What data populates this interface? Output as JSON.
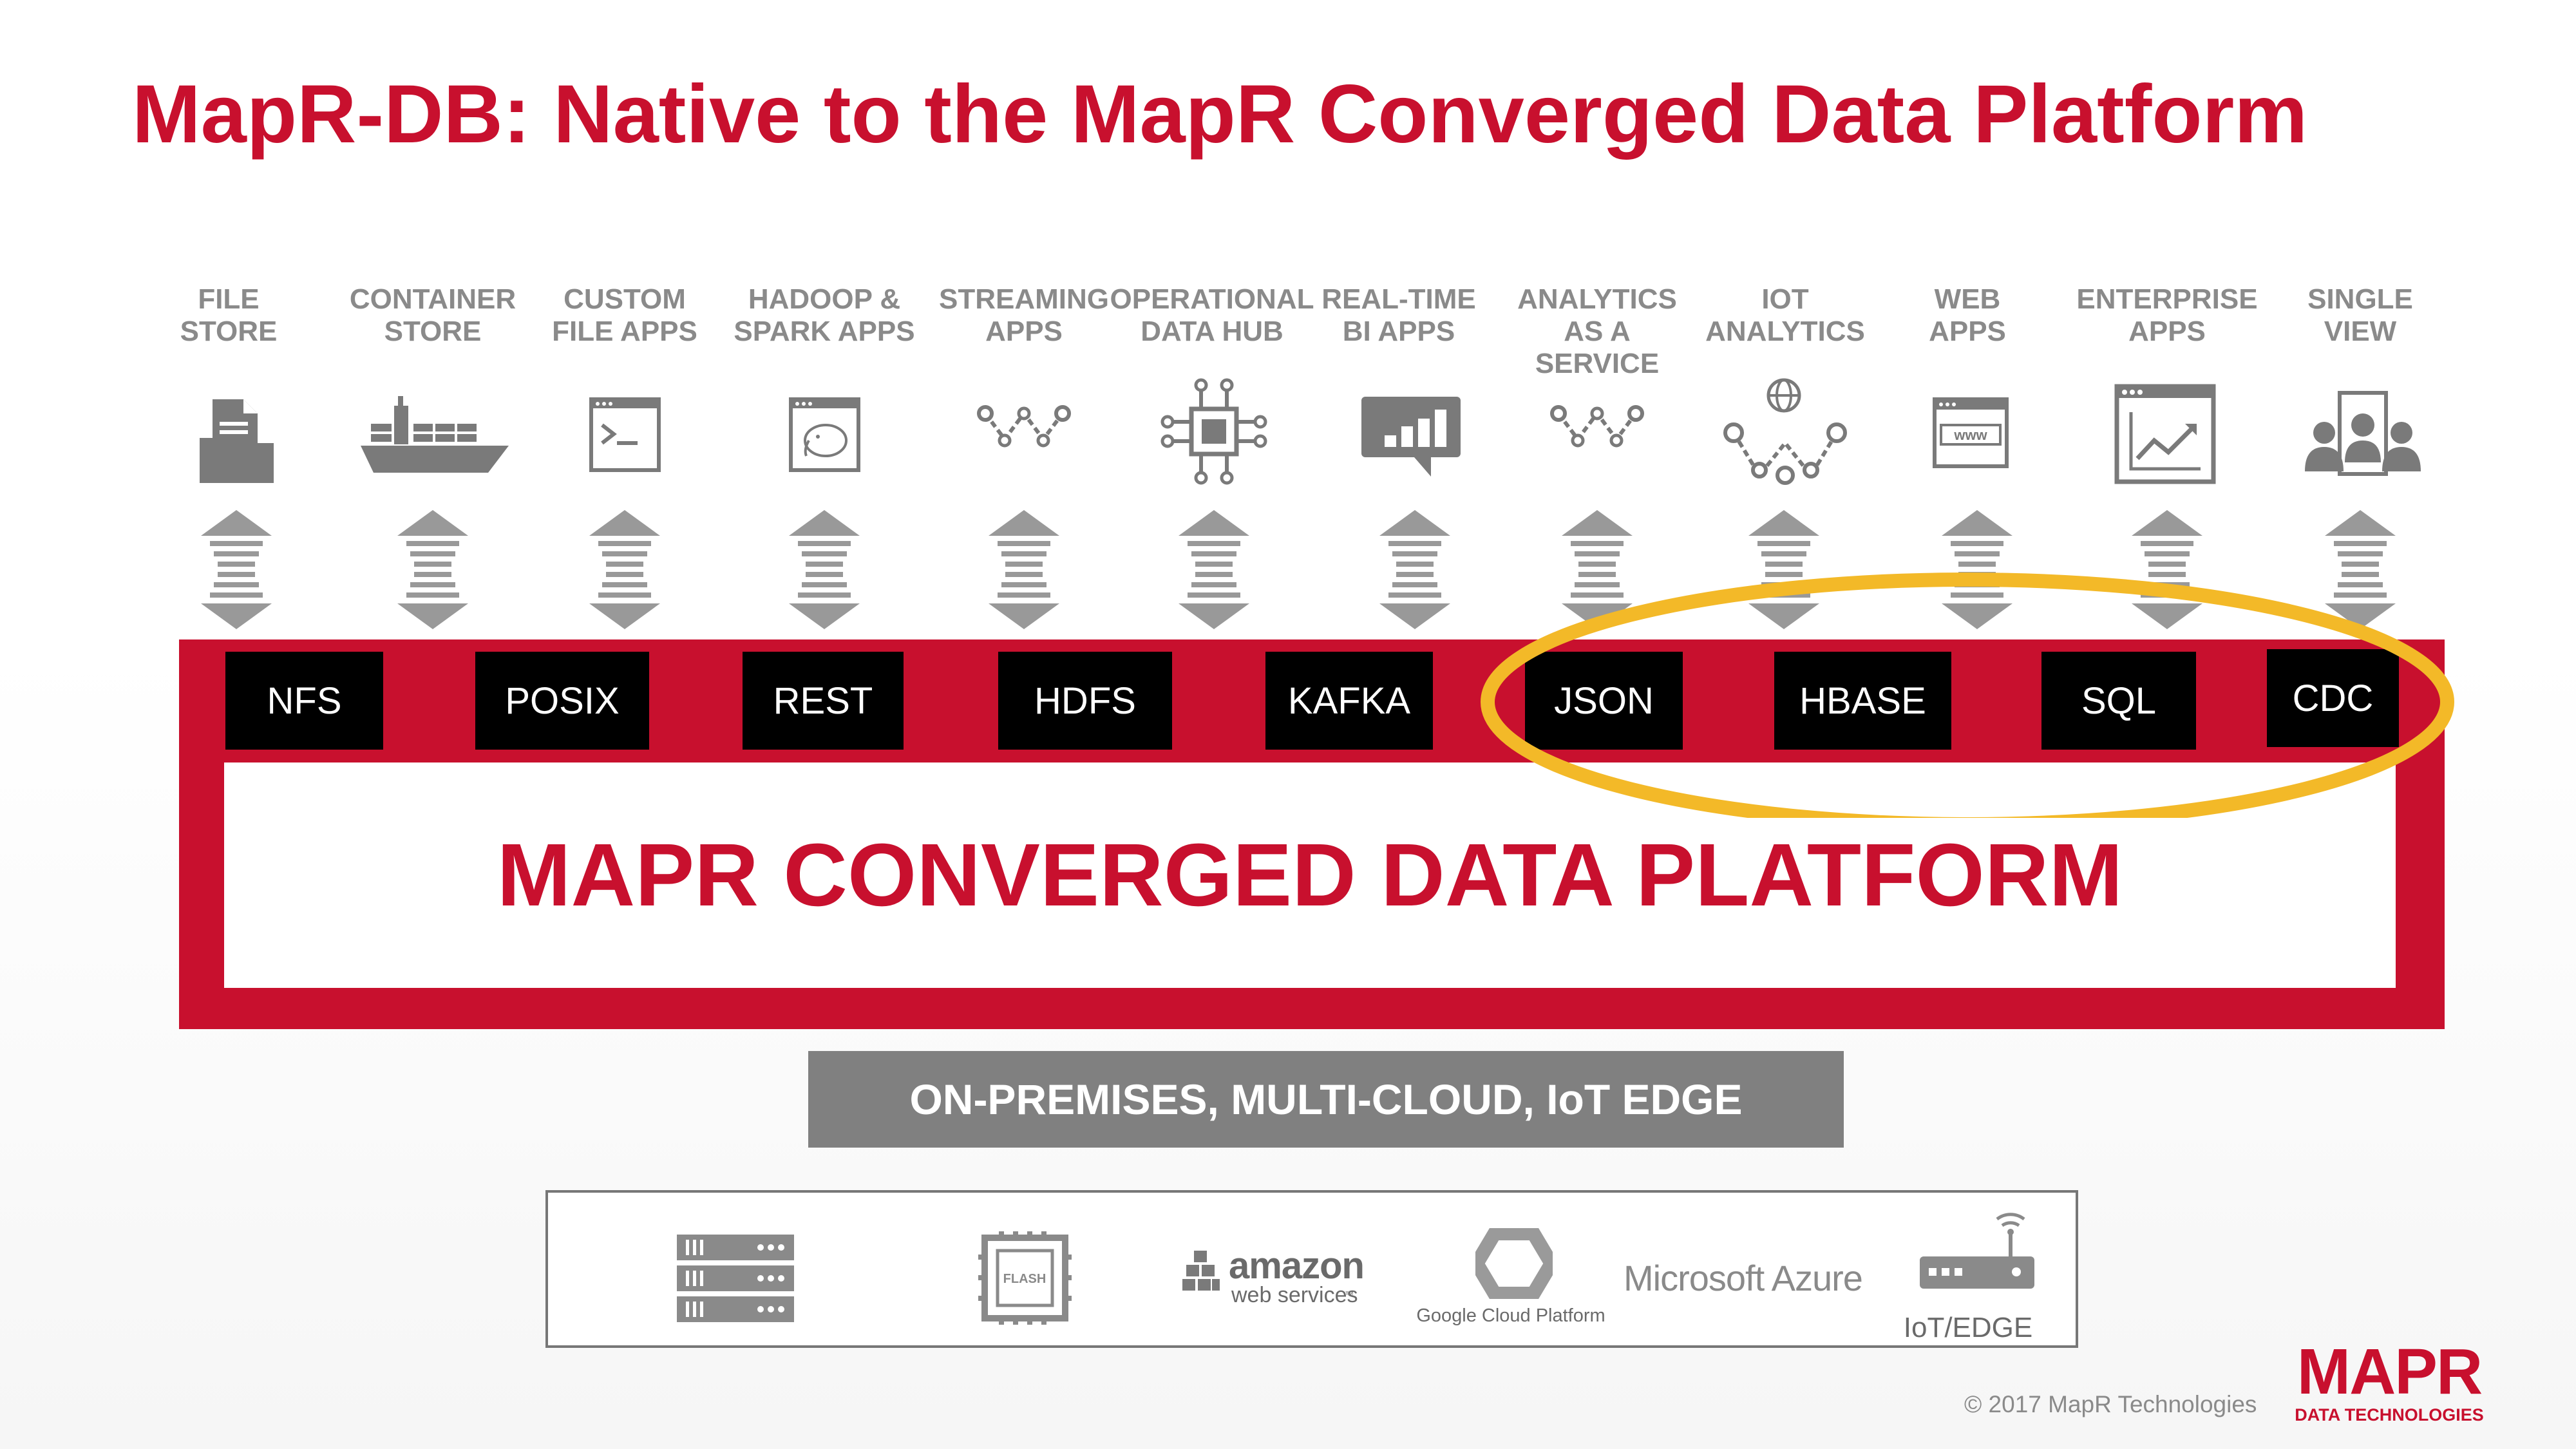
{
  "title": "MapR-DB: Native to the MapR Converged Data Platform",
  "use_cases": [
    {
      "lines": [
        "FILE",
        "STORE"
      ],
      "icon": "file-folder-icon"
    },
    {
      "lines": [
        "CONTAINER",
        "STORE"
      ],
      "icon": "container-ship-icon"
    },
    {
      "lines": [
        "CUSTOM",
        "FILE APPS"
      ],
      "icon": "terminal-icon"
    },
    {
      "lines": [
        "HADOOP &",
        "SPARK APPS"
      ],
      "icon": "hadoop-elephant-icon"
    },
    {
      "lines": [
        "STREAMING",
        "APPS"
      ],
      "icon": "stream-network-icon"
    },
    {
      "lines": [
        "OPERATIONAL",
        "DATA HUB"
      ],
      "icon": "chip-hub-icon"
    },
    {
      "lines": [
        "REAL-TIME",
        "BI APPS"
      ],
      "icon": "bar-chart-bubble-icon"
    },
    {
      "lines": [
        "ANALYTICS",
        "AS A",
        "SERVICE"
      ],
      "icon": "analytics-network-icon"
    },
    {
      "lines": [
        "IOT",
        "ANALYTICS"
      ],
      "icon": "iot-globe-network-icon"
    },
    {
      "lines": [
        "WEB",
        "APPS"
      ],
      "icon": "web-browser-icon"
    },
    {
      "lines": [
        "ENTERPRISE",
        "APPS"
      ],
      "icon": "trend-chart-icon"
    },
    {
      "lines": [
        "SINGLE",
        "VIEW"
      ],
      "icon": "user-group-icon"
    }
  ],
  "protocols": [
    "NFS",
    "POSIX",
    "REST",
    "HDFS",
    "KAFKA",
    "JSON",
    "HBASE",
    "SQL",
    "CDC"
  ],
  "platform_title": "MAPR CONVERGED DATA PLATFORM",
  "deployment": "ON-PREMISES, MULTI-CLOUD, IoT EDGE",
  "environments": {
    "flash_label": "FLASH",
    "amazon": "amazon",
    "amazon_sub": "web services",
    "amazon_tm": "™",
    "google": "Google Cloud Platform",
    "azure": "Microsoft Azure",
    "iot": "IoT/EDGE"
  },
  "footer": {
    "copyright": "© 2017 MapR Technologies",
    "logo": "MAPR",
    "logo_sub": "DATA TECHNOLOGIES"
  },
  "colors": {
    "brand_red": "#c8102e",
    "icon_gray": "#7a7a7a",
    "text_gray": "#8a8a8a",
    "highlight": "#f3b928"
  }
}
